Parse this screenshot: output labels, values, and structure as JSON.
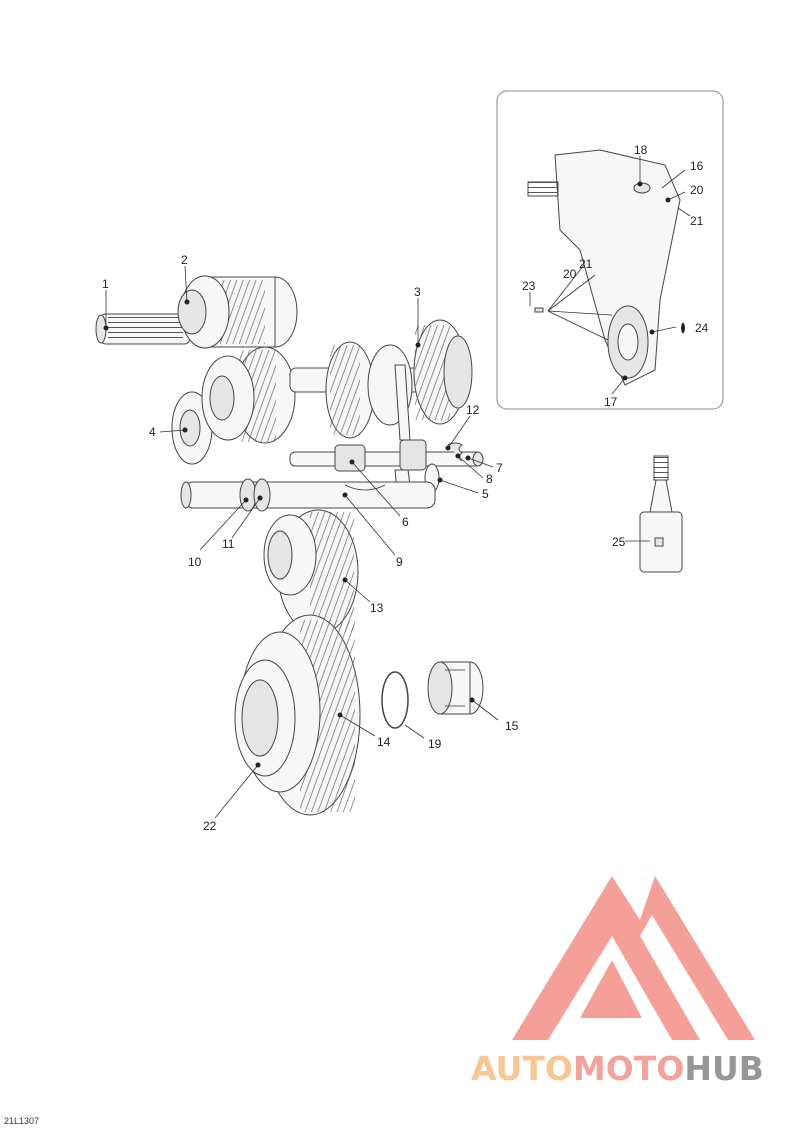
{
  "diagram": {
    "reference_code": "21L1307",
    "callouts": [
      "1",
      "2",
      "3",
      "4",
      "5",
      "6",
      "7",
      "8",
      "9",
      "10",
      "11",
      "12",
      "13",
      "14",
      "15",
      "16",
      "17",
      "18",
      "19",
      "20",
      "21",
      "22",
      "23",
      "24",
      "25"
    ],
    "inset_callouts": {
      "c18": "18",
      "c16": "16",
      "c20a": "20",
      "c21a": "21",
      "c23": "23",
      "c20b": "20",
      "c21b": "21",
      "c24": "24",
      "c17": "17"
    }
  },
  "watermark": {
    "brand_parts": [
      "AUTO",
      "MOTO",
      "HUB"
    ],
    "colors": {
      "auto": "#f6c08a",
      "moto": "#f19a92",
      "hub": "#8c8c8c",
      "triangle": "#f3958d"
    }
  }
}
